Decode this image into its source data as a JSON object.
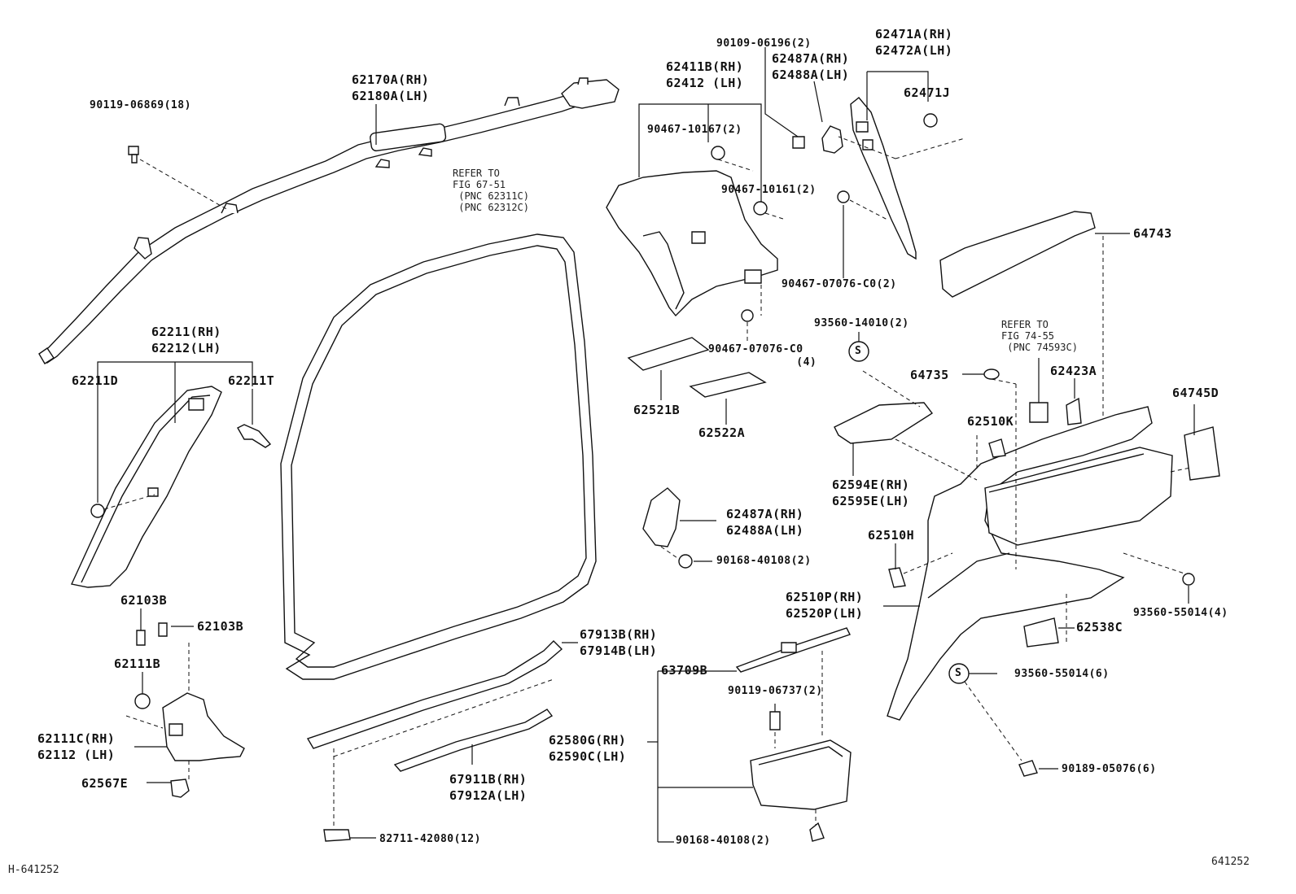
{
  "footer": {
    "left_code": "H-641252",
    "right_code": "641252"
  },
  "labels": {
    "l_90119_06869": "90119-06869(18)",
    "l_62170a": "62170A(RH)\n62180A(LH)",
    "l_62211": "62211(RH)\n62212(LH)",
    "l_62211d": "62211D",
    "l_62211t": "62211T",
    "l_62103b_a": "62103B",
    "l_62103b_b": "62103B",
    "l_62111b": "62111B",
    "l_62111c": "62111C(RH)\n62112 (LH)",
    "l_62567e": "62567E",
    "l_62411b": "62411B(RH)\n62412 (LH)",
    "l_90109": "90109-06196(2)",
    "l_62487a_top": "62487A(RH)\n62488A(LH)",
    "l_62471a": "62471A(RH)\n62472A(LH)",
    "l_62471j": "62471J",
    "l_90467_10167": "90467-10167(2)",
    "l_90467_10161": "90467-10161(2)",
    "l_90467_07076_c0_2": "90467-07076-C0(2)",
    "l_90467_07076_c0_4": "90467-07076-C0\n             (4)",
    "l_62521b": "62521B",
    "l_62522a": "62522A",
    "l_62487a_mid": "62487A(RH)\n62488A(LH)",
    "l_90168_mid": "90168-40108(2)",
    "l_67913b": "67913B(RH)\n67914B(LH)",
    "l_63709b": "63709B",
    "l_90119_06737": "90119-06737(2)",
    "l_62580g": "62580G(RH)\n62590C(LH)",
    "l_67911b": "67911B(RH)\n67912A(LH)",
    "l_90168_bot": "90168-40108(2)",
    "l_82711": "82711-42080(12)",
    "l_64743": "64743",
    "l_93560_14010": "93560-14010(2)",
    "l_64735": "64735",
    "l_62423a": "62423A",
    "l_64745d": "64745D",
    "l_62510k": "62510K",
    "l_62594e": "62594E(RH)\n62595E(LH)",
    "l_62510h": "62510H",
    "l_62510p": "62510P(RH)\n62520P(LH)",
    "l_93560_55014_4": "93560-55014(4)",
    "l_62538c": "62538C",
    "l_93560_55014_6": "93560-55014(6)",
    "l_90189": "90189-05076(6)",
    "s_mark_1": "S",
    "s_mark_2": "S"
  },
  "notes": {
    "refer_67_51": "REFER TO\nFIG 67-51\n (PNC 62311C)\n (PNC 62312C)",
    "refer_74_55": "REFER TO\nFIG 74-55\n (PNC 74593C)"
  }
}
